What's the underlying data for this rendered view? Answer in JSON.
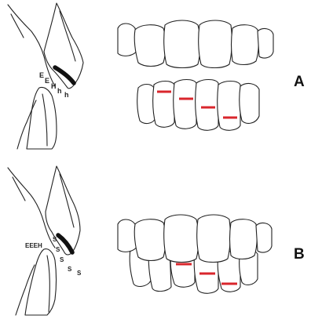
{
  "panels": [
    {
      "label": "A",
      "sounds": [
        "E",
        "E",
        "H",
        "h",
        "h"
      ]
    },
    {
      "label": "B",
      "sounds": [
        "EEEH",
        "S",
        "S",
        "S",
        "S",
        "S"
      ]
    }
  ],
  "colors": {
    "outline": "#222222",
    "marking": "#d9262c",
    "lip_contact": "#111111"
  }
}
